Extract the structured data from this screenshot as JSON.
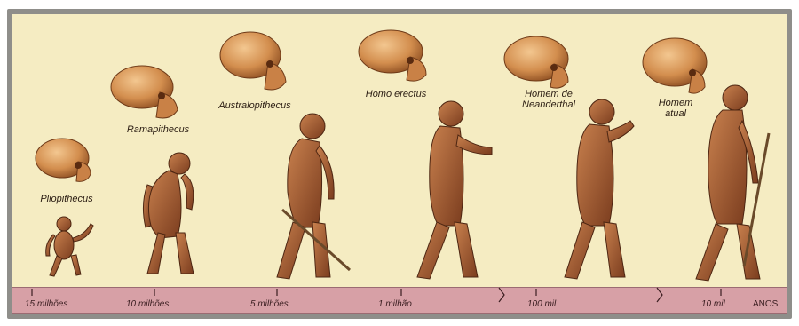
{
  "species": [
    {
      "name": "Pliopithecus"
    },
    {
      "name": "Ramapithecus"
    },
    {
      "name": "Australopithecus"
    },
    {
      "name": "Homo erectus"
    },
    {
      "name": "Homem de",
      "name2": "Neanderthal"
    },
    {
      "name": "Homem",
      "name2": "atual"
    }
  ],
  "timeline": {
    "labels": [
      "15 milhões",
      "10 milhões",
      "5 milhões",
      "1 milhão",
      "100 mil",
      "10 mil"
    ],
    "unit": "ANOS"
  },
  "colors": {
    "background": "#f5ecc2",
    "timeline": "#d7a0a6",
    "skull": "#d89a58",
    "figure": "#8a4a2a"
  }
}
